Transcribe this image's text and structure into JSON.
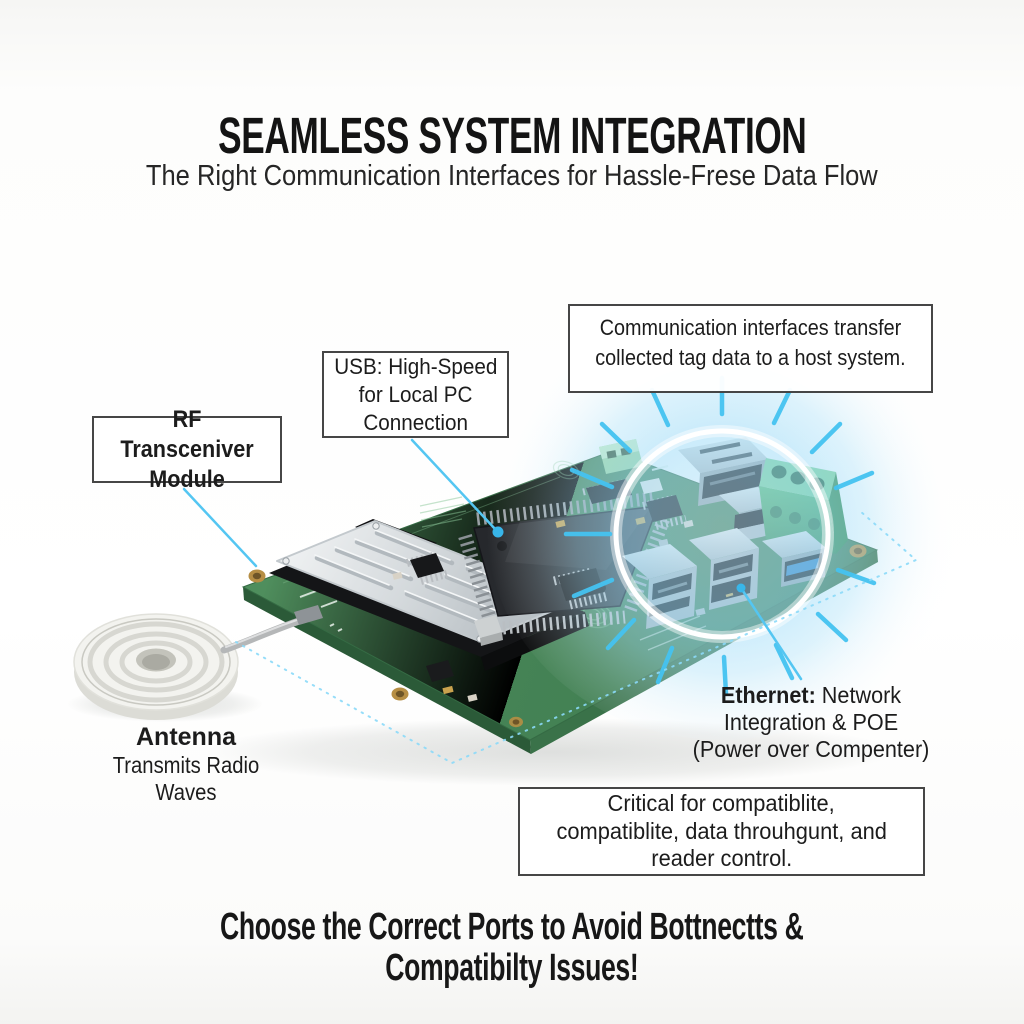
{
  "page": {
    "title": "SEAMLESS SYSTEM INTEGRATION",
    "subtitle": "The Right Communication Interfaces for Hassle-Frese Data Flow",
    "footer": {
      "line1": "Choose the Correct Ports to Avoid Bottnectts &",
      "line2": "Compatibilty Issues!"
    }
  },
  "callouts": {
    "communication": {
      "line1": "Communication interfaces transfer",
      "line2": "collected tag data to a host system."
    },
    "usb": {
      "line1": "USB: High-Speed",
      "line2": "for Local PC",
      "line3": "Connection"
    },
    "rf_module": {
      "line1": "RF Transceniver",
      "line2": "Module"
    },
    "ethernet": {
      "label": "Ethernet:",
      "line1_rest": " Network",
      "line2": "Integration & POE",
      "line3": "(Power over Compenter)"
    },
    "antenna": {
      "title": "Antenna",
      "subtitle": "Transmits Radio Waves"
    },
    "critical": {
      "line1": "Critical for compatiblite,",
      "line2": "compatiblite, data throuhgunt, and",
      "line3": "reader control."
    }
  },
  "colors": {
    "accent_blue": "#45c3f1",
    "glow_blue": "#a9ddf6",
    "pcb_green": "#47855a",
    "terminal_green": "#55b96d",
    "callout_border": "#464646",
    "text_dark": "#1c1c1c"
  }
}
